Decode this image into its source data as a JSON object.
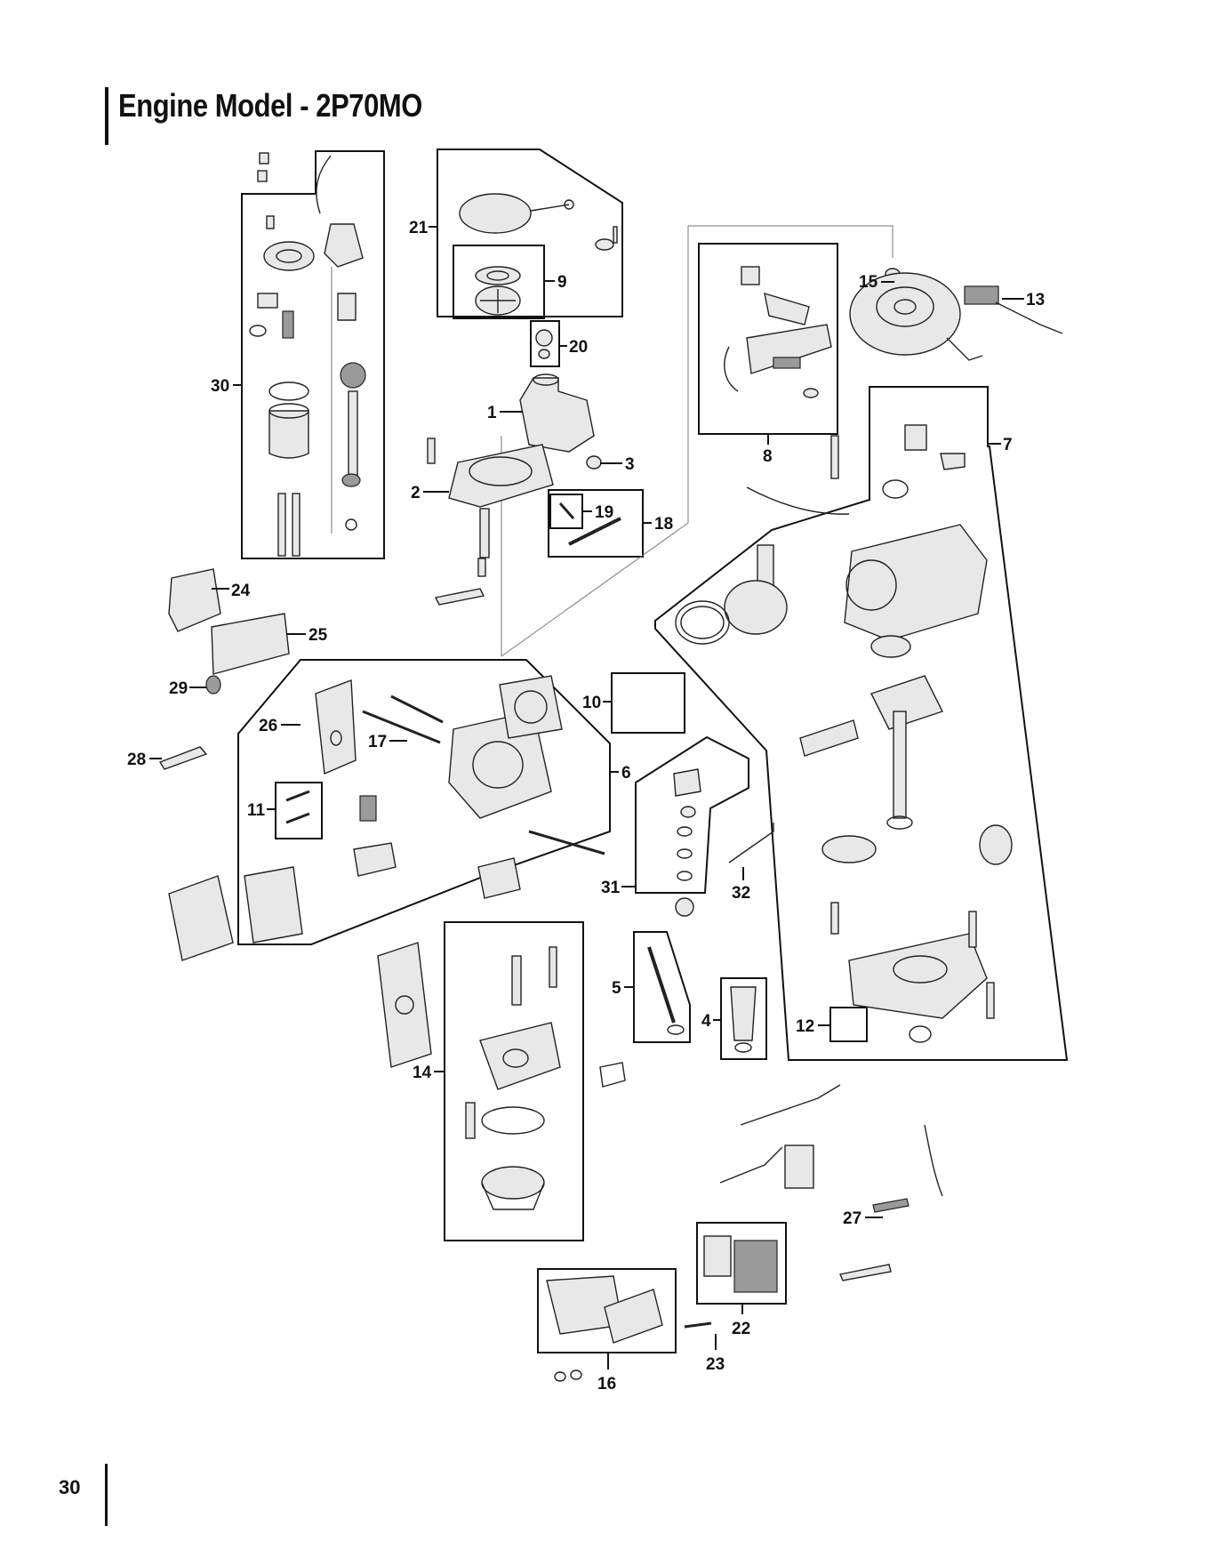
{
  "page": {
    "title": "Engine Model - 2P70MO",
    "page_number": "30"
  },
  "callouts": [
    "1",
    "2",
    "3",
    "4",
    "5",
    "6",
    "7",
    "8",
    "9",
    "10",
    "11",
    "12",
    "13",
    "14",
    "15",
    "16",
    "17",
    "18",
    "19",
    "20",
    "21",
    "22",
    "23",
    "24",
    "25",
    "26",
    "27",
    "28",
    "29",
    "30",
    "31",
    "32"
  ]
}
